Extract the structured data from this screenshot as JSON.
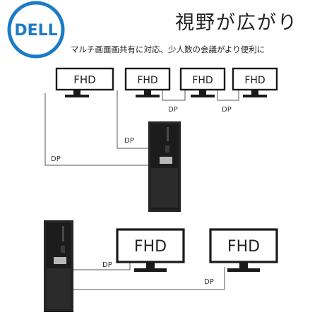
{
  "header": {
    "logo_text": "DELL",
    "title": "視野が広がり",
    "subtitle": "マルチ画面画共有に対応、少人数の会議がより便利に"
  },
  "monitor_label": "FHD",
  "connector_label": "DP",
  "colors": {
    "brand_blue": "#1b7bc5",
    "line": "#555555",
    "tower_body": "#1c1c1c"
  }
}
